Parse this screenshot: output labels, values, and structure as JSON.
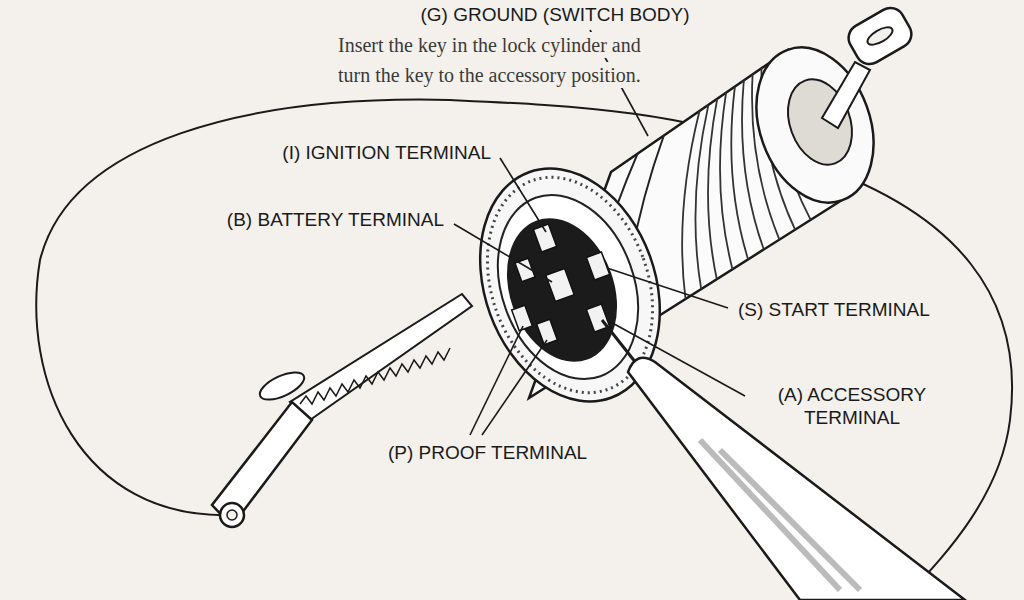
{
  "diagram": {
    "labels": [
      "(G) GROUND (SWITCH BODY)",
      "(I) IGNITION TERMINAL",
      "(B) BATTERY TERMINAL",
      "(S) START TERMINAL",
      "(A) ACCESSORY TERMINAL",
      "(P) PROOF TERMINAL",
      "Insert the key in the lock cylinder and",
      "turn the key to the accessory position."
    ]
  }
}
